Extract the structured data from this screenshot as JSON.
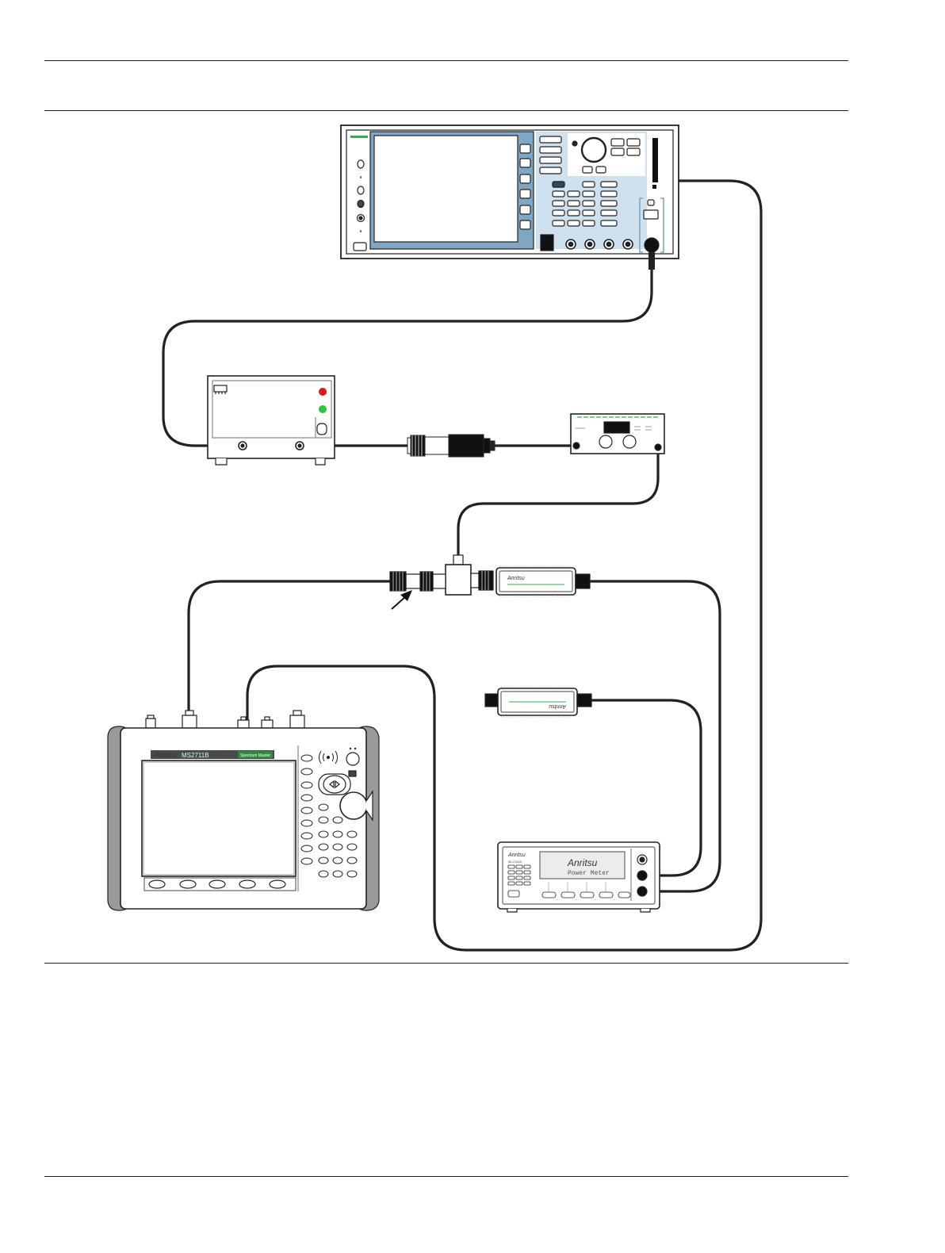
{
  "colors": {
    "line": "#222222",
    "screen_frame": "#7fa7c4",
    "panel_blue": "#cfe0ee",
    "status_green": "#2bb24c",
    "led_red": "#e0161b",
    "led_green": "#2ec63a",
    "case_gray": "#9a9a9a"
  },
  "labels": {
    "generator_brand": "",
    "signal_analyzer_brand": "Anritsu",
    "signal_analyzer_model": "MS2711B",
    "signal_analyzer_series": "Spectrum Master",
    "sensor_brand": "Anritsu",
    "sensor_brand_flipped": "Anritsu",
    "power_meter_brand": "Anritsu",
    "power_meter_display_brand": "Anritsu",
    "power_meter_display_text": "Power Meter",
    "power_meter_model": "ML2438A"
  },
  "icons": {
    "arrow": "arrow-pointer-icon",
    "antenna": "wireless-antenna-icon"
  }
}
